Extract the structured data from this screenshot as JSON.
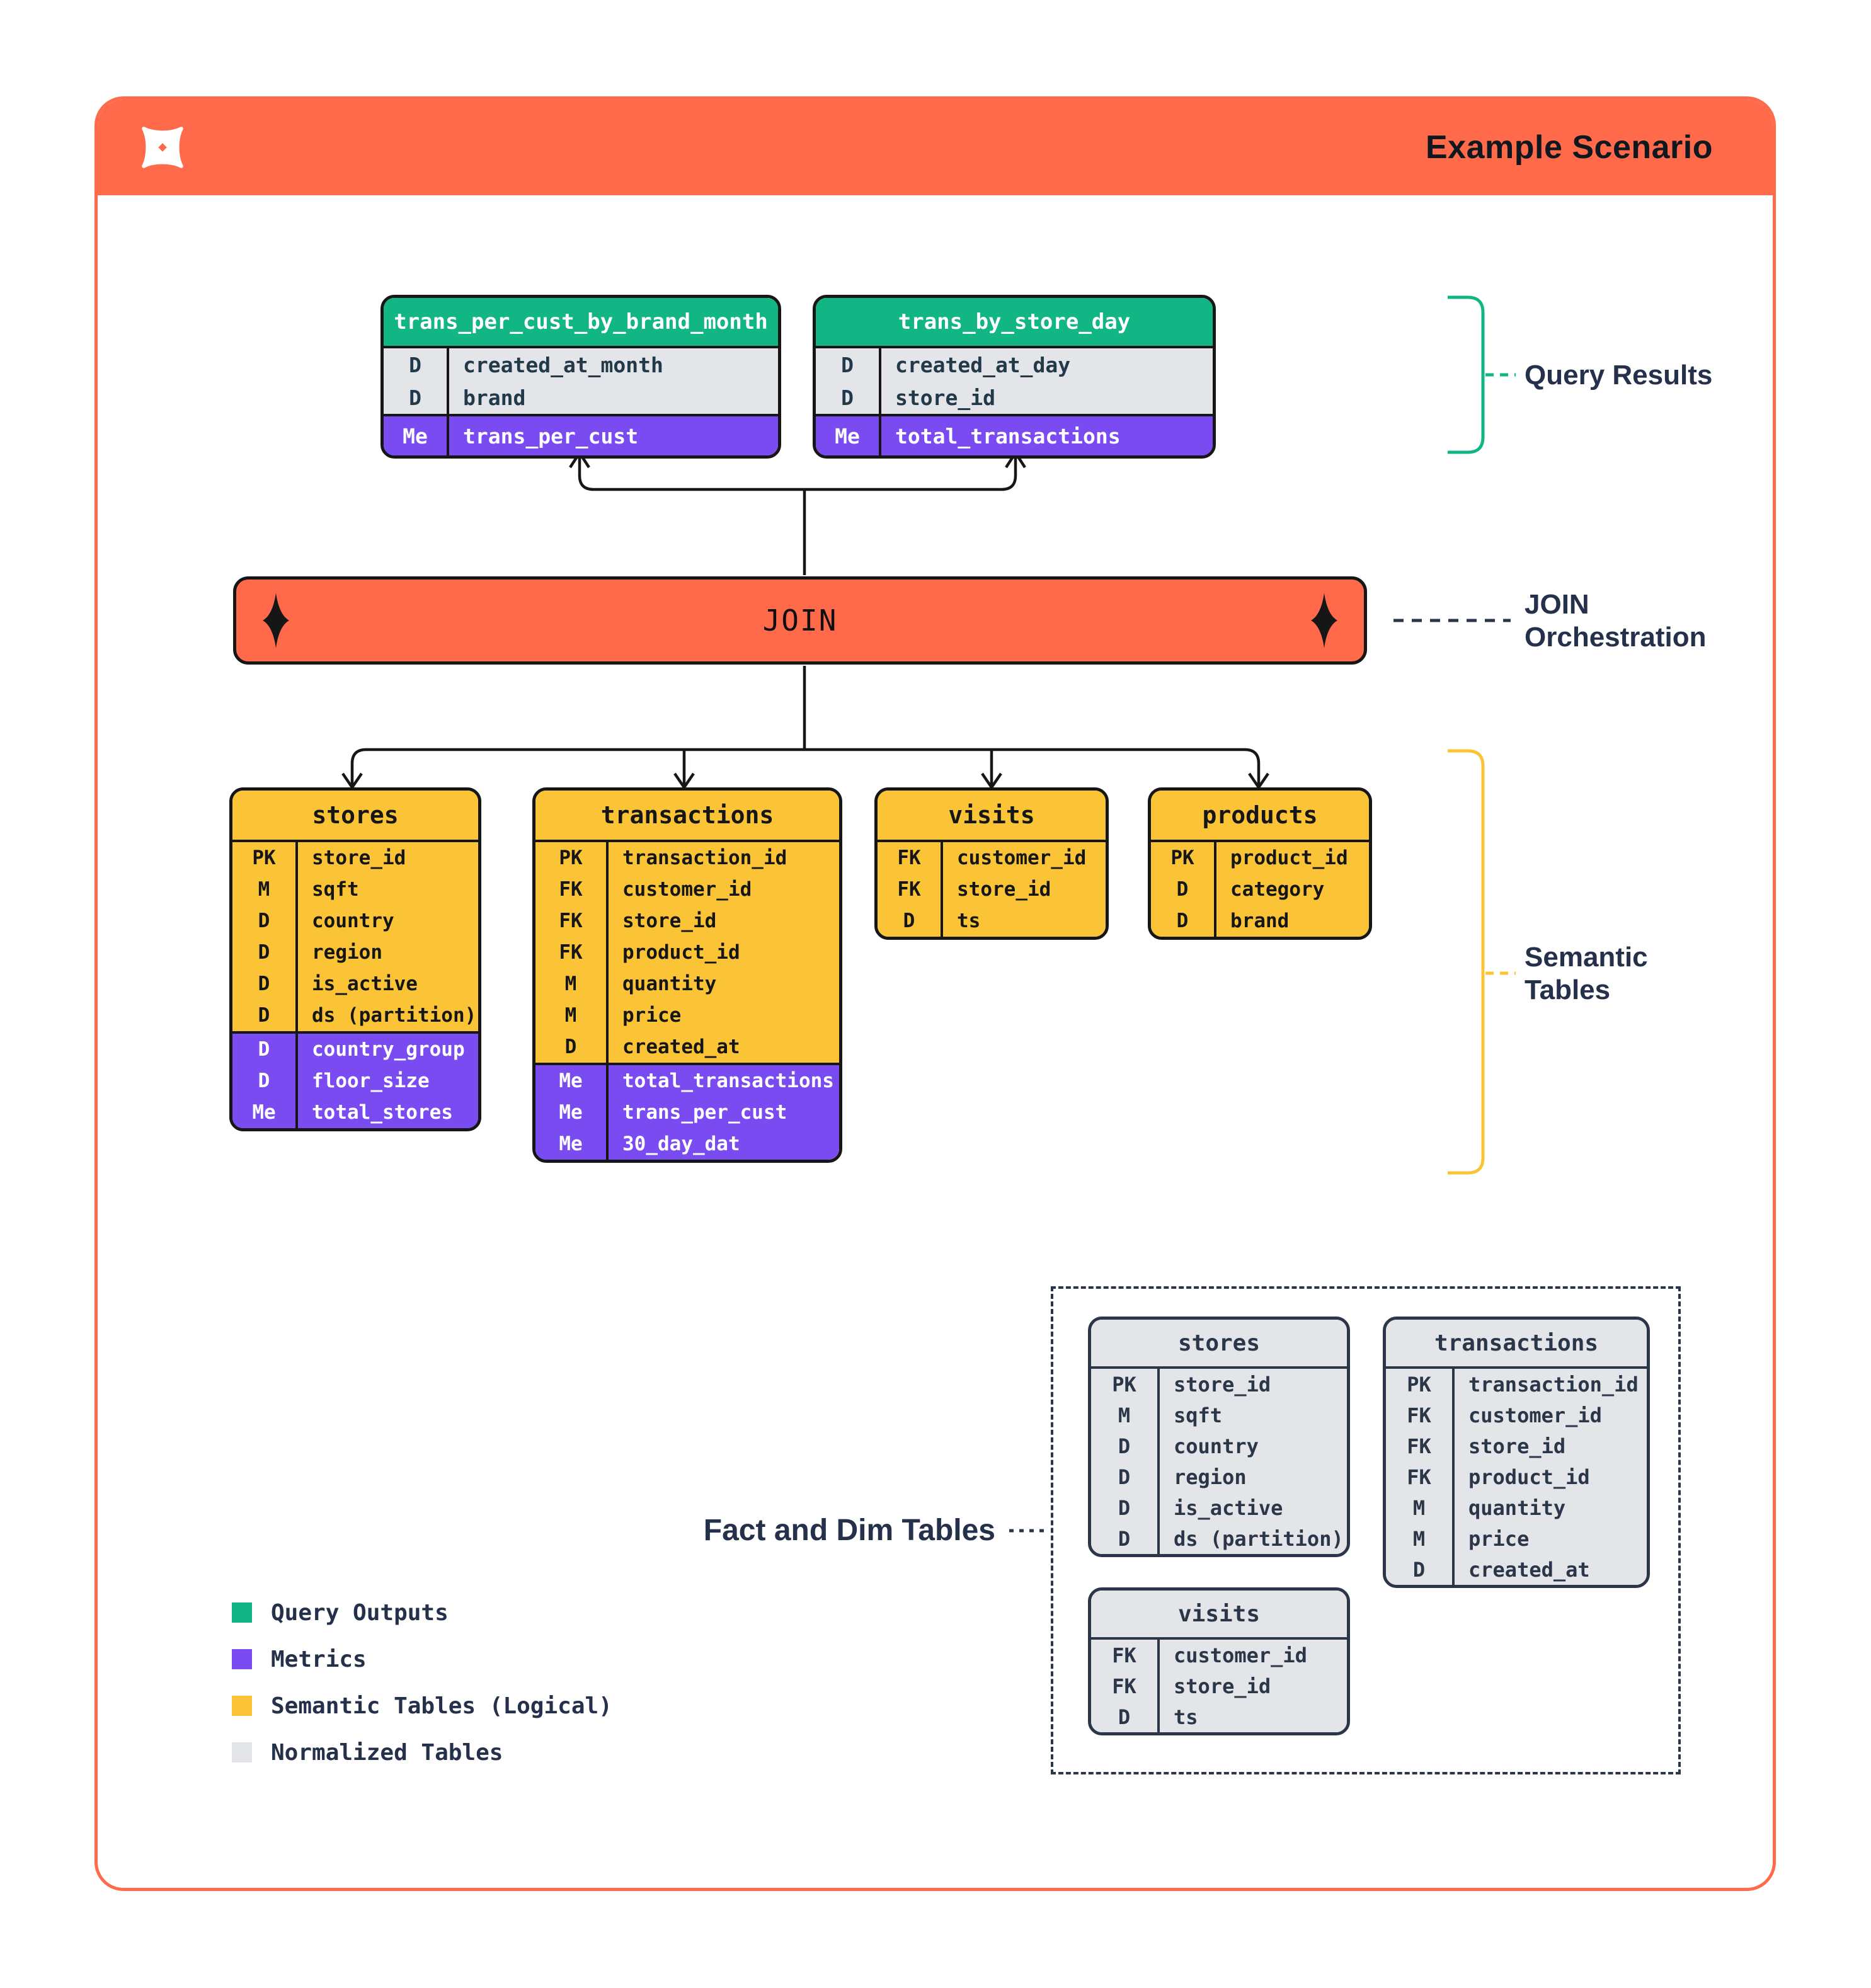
{
  "header": {
    "title": "Example Scenario",
    "logo": "dbt-logo"
  },
  "join": {
    "label": "JOIN"
  },
  "annotations": {
    "query_results": "Query Results",
    "join_orchestration_line1": "JOIN",
    "join_orchestration_line2": "Orchestration",
    "semantic_tables_line1": "Semantic",
    "semantic_tables_line2": "Tables",
    "fact_dim": "Fact and Dim Tables"
  },
  "colors": {
    "accent_orange": "#FF6A4B",
    "query_output_green": "#12B584",
    "metric_purple": "#7B4BF2",
    "semantic_yellow": "#FBC437",
    "normalized_gray": "#E3E5E9",
    "ink_navy": "#2B3649",
    "line_black": "#161616"
  },
  "query_result_tables": [
    {
      "name": "trans_per_cust_by_brand_month",
      "fields": [
        {
          "key": "D",
          "name": "created_at_month"
        },
        {
          "key": "D",
          "name": "brand"
        }
      ],
      "metrics": [
        {
          "key": "Me",
          "name": "trans_per_cust"
        }
      ]
    },
    {
      "name": "trans_by_store_day",
      "fields": [
        {
          "key": "D",
          "name": "created_at_day"
        },
        {
          "key": "D",
          "name": "store_id"
        }
      ],
      "metrics": [
        {
          "key": "Me",
          "name": "total_transactions"
        }
      ]
    }
  ],
  "semantic_tables": [
    {
      "name": "stores",
      "fields": [
        {
          "key": "PK",
          "name": "store_id"
        },
        {
          "key": "M",
          "name": "sqft"
        },
        {
          "key": "D",
          "name": "country"
        },
        {
          "key": "D",
          "name": "region"
        },
        {
          "key": "D",
          "name": "is_active"
        },
        {
          "key": "D",
          "name": "ds (partition)"
        }
      ],
      "metrics": [
        {
          "key": "D",
          "name": "country_group"
        },
        {
          "key": "D",
          "name": "floor_size"
        },
        {
          "key": "Me",
          "name": "total_stores"
        }
      ]
    },
    {
      "name": "transactions",
      "fields": [
        {
          "key": "PK",
          "name": "transaction_id"
        },
        {
          "key": "FK",
          "name": "customer_id"
        },
        {
          "key": "FK",
          "name": "store_id"
        },
        {
          "key": "FK",
          "name": "product_id"
        },
        {
          "key": "M",
          "name": "quantity"
        },
        {
          "key": "M",
          "name": "price"
        },
        {
          "key": "D",
          "name": "created_at"
        }
      ],
      "metrics": [
        {
          "key": "Me",
          "name": "total_transactions"
        },
        {
          "key": "Me",
          "name": "trans_per_cust"
        },
        {
          "key": "Me",
          "name": "30_day_dat"
        }
      ]
    },
    {
      "name": "visits",
      "fields": [
        {
          "key": "FK",
          "name": "customer_id"
        },
        {
          "key": "FK",
          "name": "store_id"
        },
        {
          "key": "D",
          "name": "ts"
        }
      ],
      "metrics": []
    },
    {
      "name": "products",
      "fields": [
        {
          "key": "PK",
          "name": "product_id"
        },
        {
          "key": "D",
          "name": "category"
        },
        {
          "key": "D",
          "name": "brand"
        }
      ],
      "metrics": []
    }
  ],
  "normalized_tables": [
    {
      "name": "stores",
      "fields": [
        {
          "key": "PK",
          "name": "store_id"
        },
        {
          "key": "M",
          "name": "sqft"
        },
        {
          "key": "D",
          "name": "country"
        },
        {
          "key": "D",
          "name": "region"
        },
        {
          "key": "D",
          "name": "is_active"
        },
        {
          "key": "D",
          "name": "ds (partition)"
        }
      ]
    },
    {
      "name": "transactions",
      "fields": [
        {
          "key": "PK",
          "name": "transaction_id"
        },
        {
          "key": "FK",
          "name": "customer_id"
        },
        {
          "key": "FK",
          "name": "store_id"
        },
        {
          "key": "FK",
          "name": "product_id"
        },
        {
          "key": "M",
          "name": "quantity"
        },
        {
          "key": "M",
          "name": "price"
        },
        {
          "key": "D",
          "name": "created_at"
        }
      ]
    },
    {
      "name": "visits",
      "fields": [
        {
          "key": "FK",
          "name": "customer_id"
        },
        {
          "key": "FK",
          "name": "store_id"
        },
        {
          "key": "D",
          "name": "ts"
        }
      ]
    }
  ],
  "legend": [
    {
      "color": "#12B584",
      "label": "Query Outputs"
    },
    {
      "color": "#7B4BF2",
      "label": "Metrics"
    },
    {
      "color": "#FBC437",
      "label": "Semantic Tables (Logical)"
    },
    {
      "color": "#E3E5E9",
      "label": "Normalized Tables"
    }
  ]
}
